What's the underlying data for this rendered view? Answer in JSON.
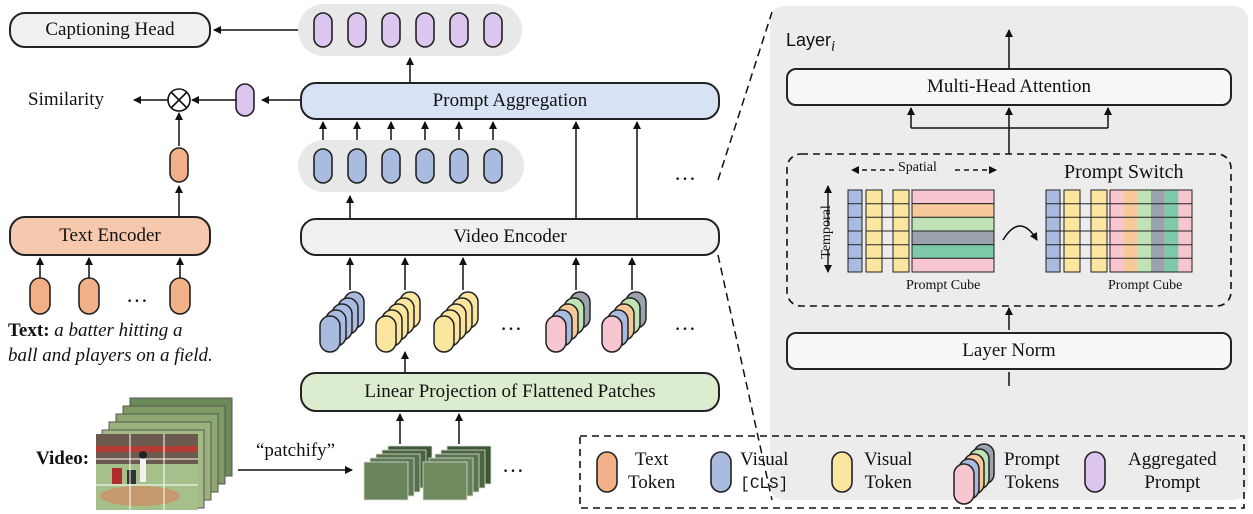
{
  "left": {
    "captioning_head": "Captioning Head",
    "similarity": "Similarity",
    "prompt_aggregation": "Prompt Aggregation",
    "video_encoder": "Video Encoder",
    "text_encoder": "Text Encoder",
    "linear_projection": "Linear Projection of Flattened Patches",
    "ellipsis": "…",
    "text_label": "Text:",
    "text_caption_line1": "a batter hitting a",
    "text_caption_line2": "ball and players on a field.",
    "video_label": "Video:",
    "patchify": "“patchify”"
  },
  "right": {
    "layer_title": "Layer",
    "layer_subscript": "i",
    "mha": "Multi-Head Attention",
    "prompt_switch": "Prompt Switch",
    "spatial": "Spatial",
    "temporal": "Temporal",
    "prompt_cube_1": "Prompt Cube",
    "prompt_cube_2": "Prompt Cube",
    "layer_norm": "Layer Norm"
  },
  "legend": {
    "items": [
      {
        "line1": "Text",
        "line2": "Token",
        "color": "#f2b088"
      },
      {
        "line1": "Visual",
        "line2": "[CLS]",
        "color": "#a9bce0"
      },
      {
        "line1": "Visual",
        "line2": "Token",
        "color": "#fbe6a0"
      },
      {
        "line1": "Prompt",
        "line2": "Tokens",
        "color": "#f7c6d0"
      },
      {
        "line1": "Aggregated",
        "line2": "Prompt",
        "color": "#dcc5ef"
      }
    ]
  },
  "colors": {
    "text_token": "#f2b088",
    "visual_cls": "#a9bce0",
    "visual_token": "#fbe6a0",
    "prompt_pink": "#f7c6d0",
    "prompt_green": "#bfe3b5",
    "prompt_orange": "#f7c89a",
    "prompt_gray": "#9aa3ad",
    "aggregated": "#dcc5ef",
    "encoder_box": "#f0f0f0",
    "aggregation_box": "#d7e2f4",
    "text_encoder_box": "#f6c9ae",
    "projection_box": "#dbeccf",
    "panel_bg": "#ececec"
  }
}
